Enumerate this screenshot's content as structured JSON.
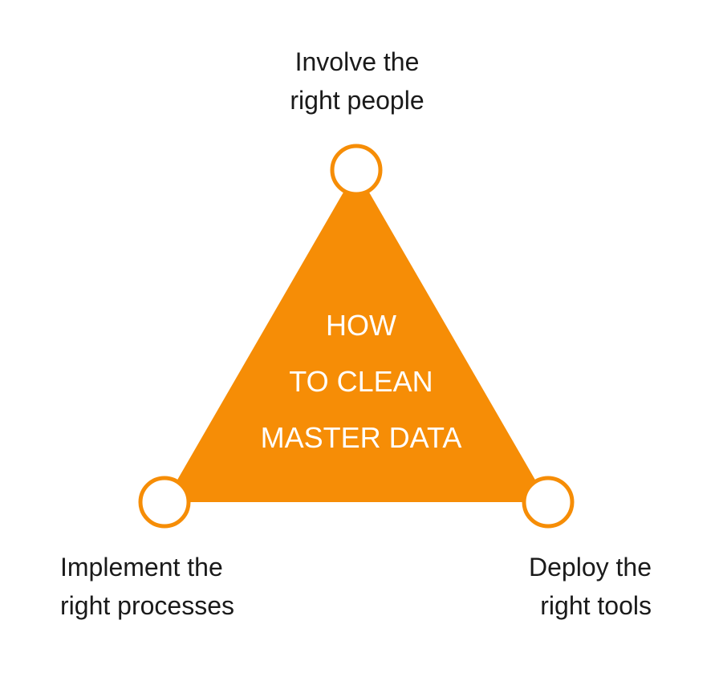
{
  "colors": {
    "accent": "#F68D06",
    "text": "#1a1a1a",
    "center_text": "#ffffff"
  },
  "center": {
    "line1": "HOW",
    "line2": "TO CLEAN",
    "line3": "MASTER DATA"
  },
  "nodes": {
    "top": {
      "line1": "Involve the",
      "line2": "right people"
    },
    "left": {
      "line1": "Implement the",
      "line2": "right processes"
    },
    "right": {
      "line1": "Deploy the",
      "line2": "right tools"
    }
  }
}
